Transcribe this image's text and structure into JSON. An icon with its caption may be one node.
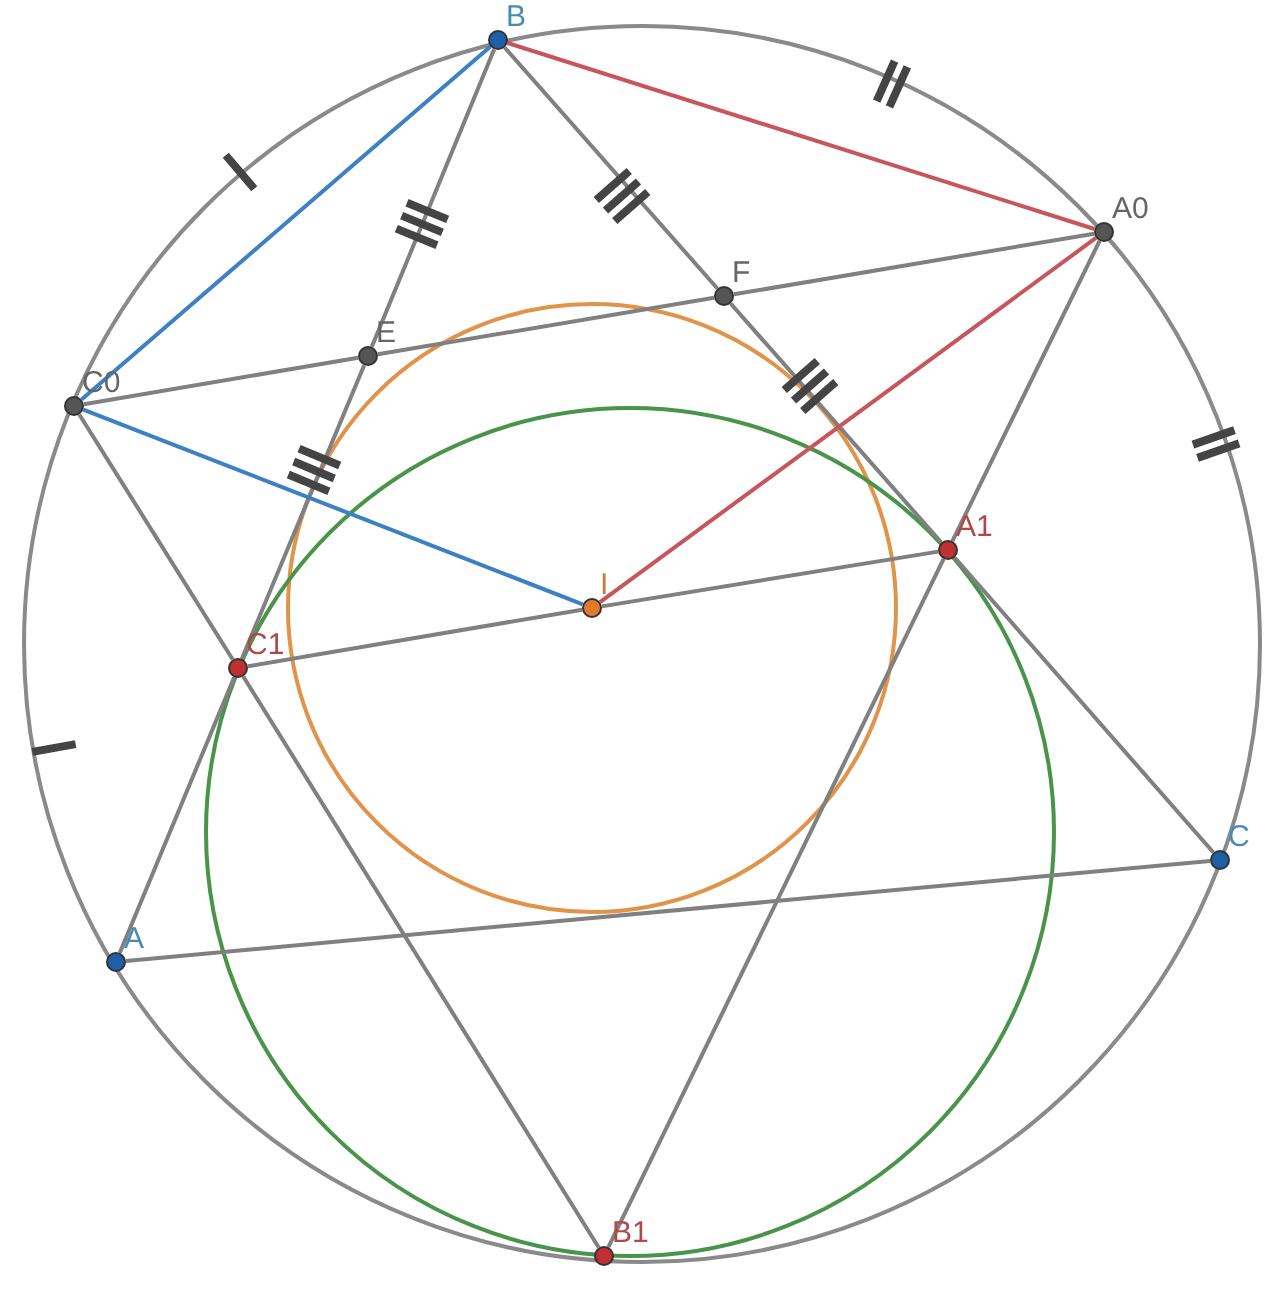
{
  "diagram": {
    "nodes": [
      {
        "text": [
          "B"
        ]
      },
      {
        "text": [
          "A0"
        ]
      },
      {
        "text": [
          "F"
        ]
      },
      {
        "text": [
          "E"
        ]
      },
      {
        "text": [
          "C0"
        ]
      },
      {
        "text": [
          "I"
        ]
      },
      {
        "text": [
          "A1"
        ]
      },
      {
        "text": [
          "C1"
        ]
      },
      {
        "text": [
          "C"
        ]
      },
      {
        "text": [
          "A"
        ]
      },
      {
        "text": [
          "B1"
        ]
      }
    ],
    "edges": [
      {
        "from": 0,
        "to": 4,
        "arrow": "none",
        "color": "#3d80c4"
      },
      {
        "from": 0,
        "to": 1,
        "arrow": "none",
        "color": "#c8555c"
      },
      {
        "from": 0,
        "to": 3,
        "arrow": "none"
      },
      {
        "from": 3,
        "to": 7,
        "arrow": "none"
      },
      {
        "from": 7,
        "to": 9,
        "arrow": "none"
      },
      {
        "from": 0,
        "to": 2,
        "arrow": "none"
      },
      {
        "from": 2,
        "to": 6,
        "arrow": "none"
      },
      {
        "from": 6,
        "to": 8,
        "arrow": "none"
      },
      {
        "from": 4,
        "to": 3,
        "arrow": "none"
      },
      {
        "from": 3,
        "to": 2,
        "arrow": "none"
      },
      {
        "from": 2,
        "to": 1,
        "arrow": "none"
      },
      {
        "from": 4,
        "to": 5,
        "arrow": "none",
        "color": "#3d80c4"
      },
      {
        "from": 5,
        "to": 1,
        "arrow": "none",
        "color": "#c8555c"
      },
      {
        "from": 7,
        "to": 5,
        "arrow": "none"
      },
      {
        "from": 5,
        "to": 6,
        "arrow": "none"
      },
      {
        "from": 4,
        "to": 7,
        "arrow": "none"
      },
      {
        "from": 7,
        "to": 10,
        "arrow": "none"
      },
      {
        "from": 1,
        "to": 6,
        "arrow": "none"
      },
      {
        "from": 6,
        "to": 10,
        "arrow": "none"
      },
      {
        "from": 9,
        "to": 8,
        "arrow": "none"
      }
    ]
  }
}
